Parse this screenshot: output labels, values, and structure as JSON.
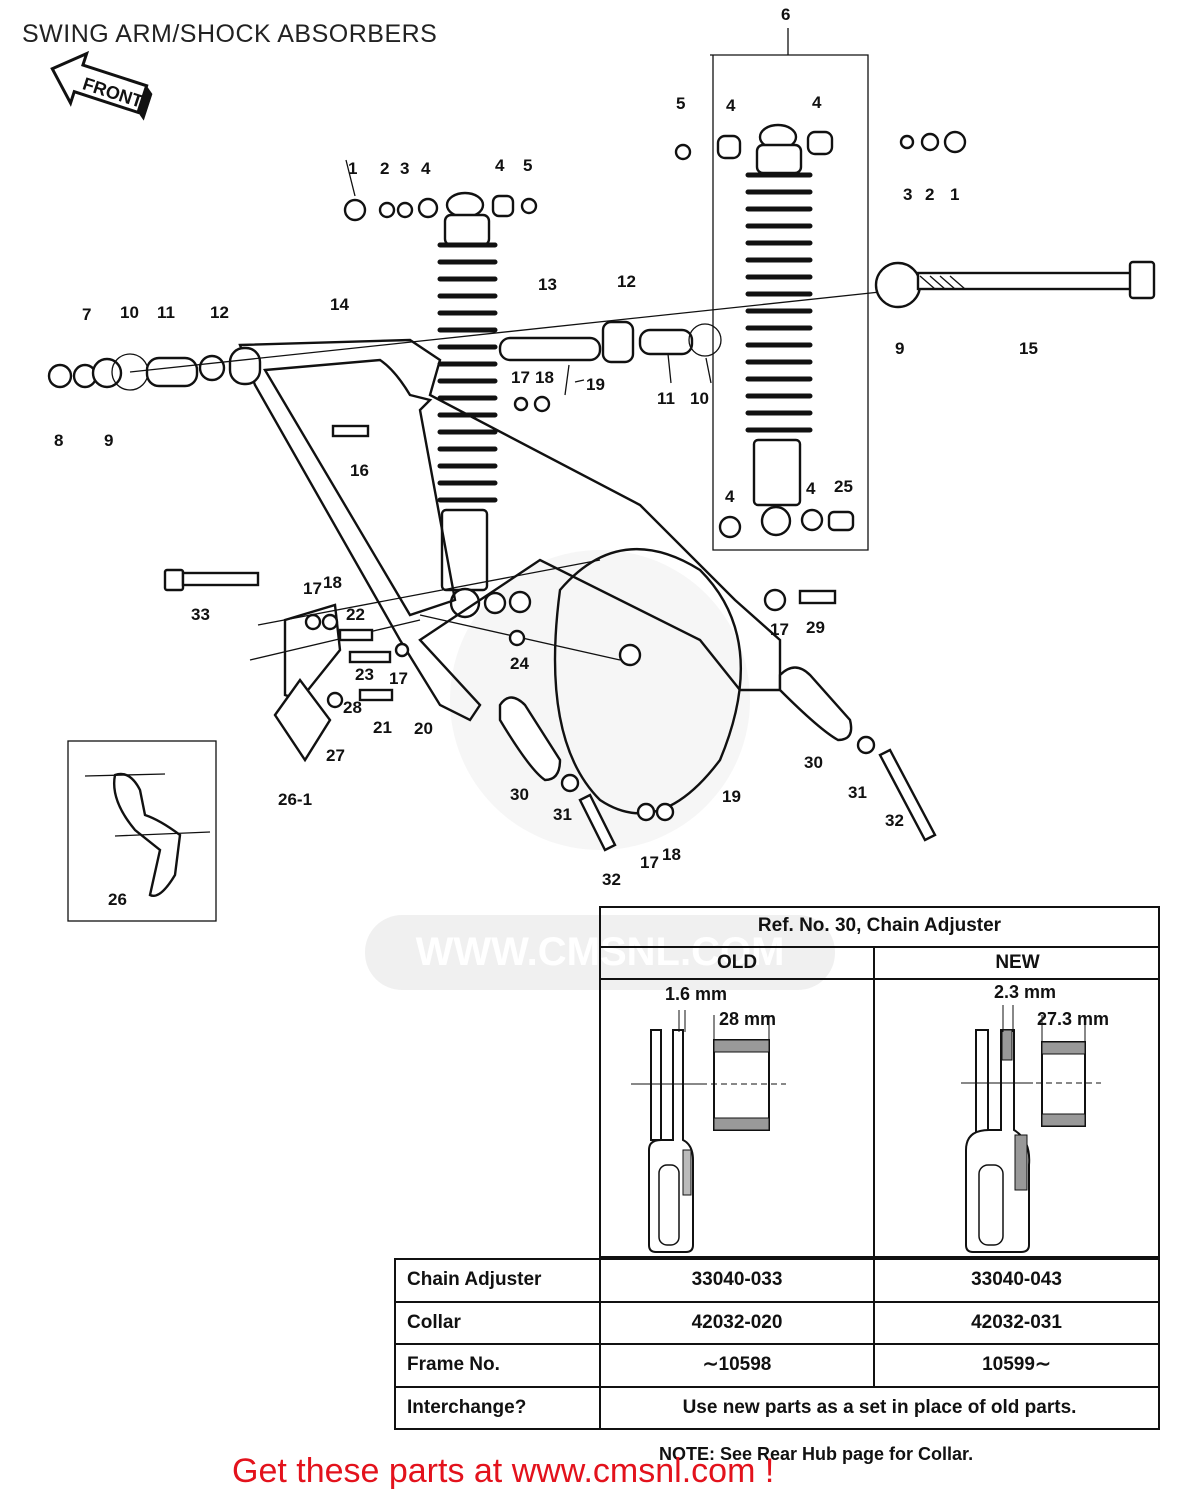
{
  "title": "SWING ARM/SHOCK ABSORBERS",
  "front_arrow": "FRONT",
  "watermark": "WWW.CMSNL.COM",
  "callouts": [
    "1",
    "2",
    "3",
    "4",
    "4",
    "5",
    "6",
    "5",
    "4",
    "4",
    "3",
    "2",
    "1",
    "7",
    "10",
    "11",
    "12",
    "14",
    "13",
    "12",
    "9",
    "15",
    "8",
    "9",
    "17",
    "18",
    "19",
    "11",
    "10",
    "16",
    "4",
    "4",
    "25",
    "33",
    "17",
    "18",
    "22",
    "23",
    "17",
    "24",
    "28",
    "21",
    "20",
    "27",
    "26-1",
    "17",
    "29",
    "30",
    "31",
    "32",
    "30",
    "31",
    "19",
    "17",
    "18",
    "32",
    "26"
  ],
  "spec_table": {
    "title": "Ref. No. 30, Chain Adjuster",
    "col_old": "OLD",
    "col_new": "NEW",
    "old_dim_thickness": "1.6 mm",
    "old_dim_collar": "28 mm",
    "new_dim_thickness": "2.3 mm",
    "new_dim_collar": "27.3 mm",
    "rows": [
      {
        "label": "Chain Adjuster",
        "old": "33040-033",
        "new": "33040-043"
      },
      {
        "label": "Collar",
        "old": "42032-020",
        "new": "42032-031"
      },
      {
        "label": "Frame No.",
        "old": "∼10598",
        "new": "10599∼"
      }
    ],
    "interchange_label": "Interchange?",
    "interchange_value": "Use new parts as a set in place of old parts."
  },
  "note": "NOTE: See Rear Hub page for Collar.",
  "promo": "Get these parts at www.cmsnl.com !",
  "colors": {
    "promo": "#e3121c",
    "ink": "#111111",
    "watermark": "#e3e3e3"
  }
}
